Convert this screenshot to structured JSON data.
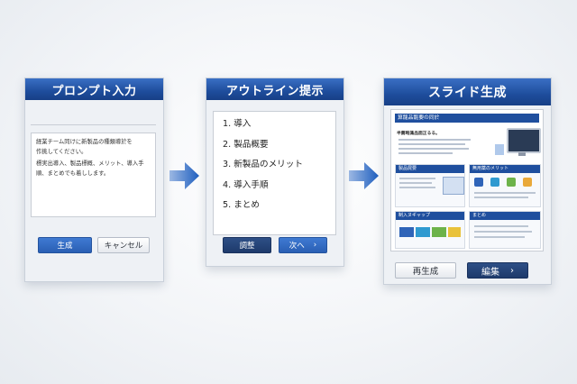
{
  "panel1": {
    "title": "プロンプト入力",
    "text_lines": [
      "経業チーム同けに新製品の種類導於を",
      "作挑してください。",
      "標実出導入、製品標概、メリット、導入手",
      "順、まとめでも着しします。"
    ],
    "generate_label": "生成",
    "cancel_label": "キャンセル"
  },
  "panel2": {
    "title": "アウトライン提示",
    "items": [
      "1. 導入",
      "2. 製品概要",
      "3. 新製品のメリット",
      "4. 導入手順",
      "5. まとめ"
    ],
    "adjust_label": "調整",
    "next_label": "次へ"
  },
  "panel3": {
    "title": "スライド生成",
    "slide": {
      "title": "算龍品龍要の同於",
      "subtitle": "半薦略藻品面正るる。",
      "card1_title": "製品屍要",
      "card2_title": "無用薬のメリット",
      "card3_title": "制入ヌギャップ",
      "card4_title": "まとめ"
    },
    "regenerate_label": "再生成",
    "edit_label": "編集"
  },
  "colors": {
    "header_blue": "#1e4d9c",
    "arrow_blue": "#1f5fbf",
    "button_navy": "#1e3a6b"
  }
}
